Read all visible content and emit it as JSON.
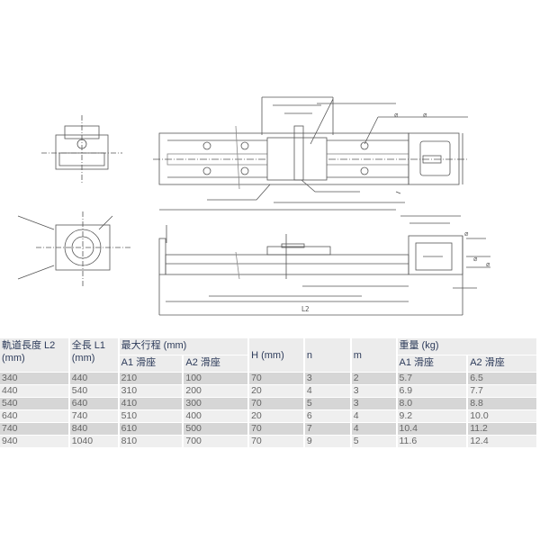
{
  "drawing": {
    "labels": {
      "diameter_1": "⌀",
      "diameter_2": "⌀",
      "l2": "L2",
      "side_dia_1": "⌀",
      "side_dia_2": "⌀",
      "side_dia_3": "⌀"
    }
  },
  "table": {
    "headers": {
      "rail_length": "軌道長度 L2",
      "rail_length_unit": "(mm)",
      "total_length": "全長 L1",
      "total_length_unit": "(mm)",
      "max_stroke": "最大行程 (mm)",
      "h": "H (mm)",
      "n": "n",
      "m": "m",
      "weight": "重量 (kg)",
      "a1": "A1 滑座",
      "a2": "A2 滑座",
      "wa1": "A1 滑座",
      "wa2": "A2 滑座"
    },
    "rows": [
      [
        "340",
        "440",
        "210",
        "100",
        "70",
        "3",
        "2",
        "5.7",
        "6.5"
      ],
      [
        "440",
        "540",
        "310",
        "200",
        "20",
        "4",
        "3",
        "6.9",
        "7.7"
      ],
      [
        "540",
        "640",
        "410",
        "300",
        "70",
        "5",
        "3",
        "8.0",
        "8.8"
      ],
      [
        "640",
        "740",
        "510",
        "400",
        "20",
        "6",
        "4",
        "9.2",
        "10.0"
      ],
      [
        "740",
        "840",
        "610",
        "500",
        "70",
        "7",
        "4",
        "10.4",
        "11.2"
      ],
      [
        "940",
        "1040",
        "810",
        "700",
        "70",
        "9",
        "5",
        "11.6",
        "12.4"
      ]
    ]
  }
}
